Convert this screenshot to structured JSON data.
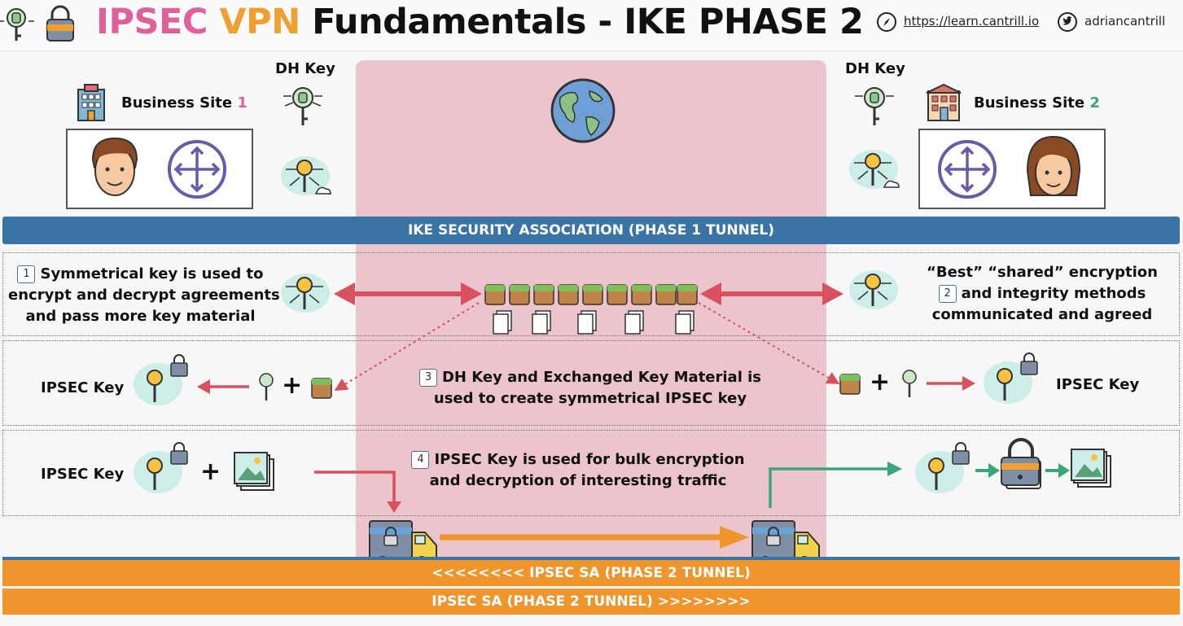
{
  "header": {
    "title_part1": "IPSEC",
    "title_part2": "VPN",
    "title_part3": "Fundamentals - IKE PHASE 2",
    "website": "https://learn.cantrill.io",
    "twitter": "adriancantrill"
  },
  "sites": {
    "left": {
      "label": "Business Site",
      "number": "1"
    },
    "right": {
      "label": "Business Site",
      "number": "2"
    }
  },
  "dh_key_label": "DH Key",
  "ike_bar": "IKE SECURITY ASSOCIATION (PHASE 1 TUNNEL)",
  "steps": {
    "s1": {
      "num": "1",
      "line1": "Symmetrical key is used to",
      "line2": "encrypt and decrypt agreements",
      "line3": "and pass more key material"
    },
    "s2": {
      "num": "2",
      "line1": "“Best” “shared” encryption",
      "line2": "and integrity methods",
      "line3": "communicated and agreed"
    },
    "s3": {
      "num": "3",
      "line1": "DH Key and Exchanged Key Material is",
      "line2": "used to create symmetrical IPSEC key"
    },
    "s4": {
      "num": "4",
      "line1": "IPSEC Key is used for bulk encryption",
      "line2": "and decryption of interesting traffic"
    }
  },
  "ipsec_key_label": "IPSEC Key",
  "tunnel_top": "<<<<<<<< IPSEC SA (PHASE 2 TUNNEL)",
  "tunnel_bottom": "IPSEC SA (PHASE 2 TUNNEL) >>>>>>>>",
  "colors": {
    "pink": "#e0609c",
    "orange": "#f0952c",
    "blue": "#3a73a6",
    "green": "#3aa57a",
    "red_arrow": "#d9505e"
  }
}
